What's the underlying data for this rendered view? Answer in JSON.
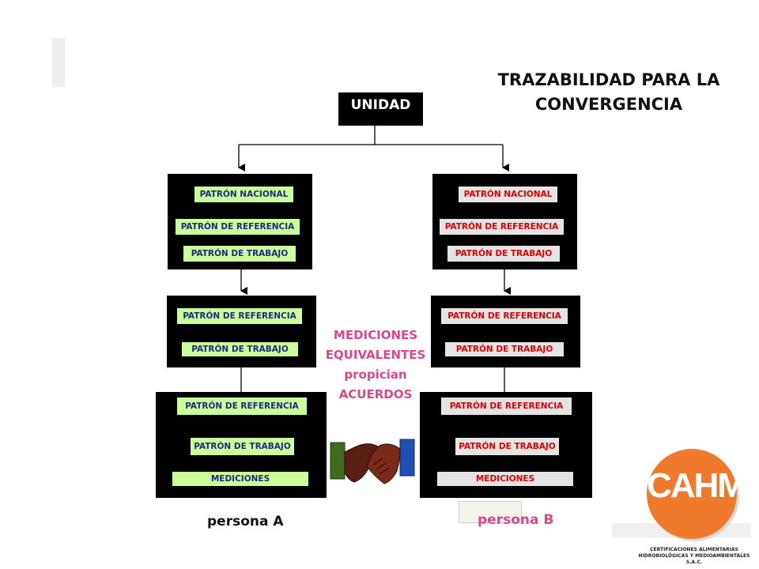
{
  "title_line1": "TRAZABILIDAD PARA LA",
  "title_line2": "CONVERGENCIA",
  "unidad": "UNIDAD",
  "labels": {
    "patron_nacional": "PATRÓN NACIONAL",
    "patron_referencia": "PATRÓN DE REFERENCIA",
    "patron_trabajo": "PATRÓN DE TRABAJO",
    "mediciones": "MEDICIONES"
  },
  "center_text": [
    "MEDICIONES",
    "EQUIVALENTES",
    "propician",
    "ACUERDOS"
  ],
  "persona_a": "persona A",
  "persona_b": "persona B",
  "logo": {
    "name": "CAHM",
    "subtitle_line1": "CERTIFICACIONES ALIMENTARIAS",
    "subtitle_line2": "HIDROBIOLÓGICAS Y MEDIOAMBIENTALES S.A.C."
  },
  "colors": {
    "left_label_bg": "#ccff99",
    "left_label_text": "#1a2a80",
    "right_label_bg": "#e4e4e4",
    "right_label_text": "#e00000",
    "accent_pink": "#e0458c",
    "logo_orange": "#f07a2c"
  },
  "icons": [
    "handshake-icon",
    "cahm-logo"
  ]
}
